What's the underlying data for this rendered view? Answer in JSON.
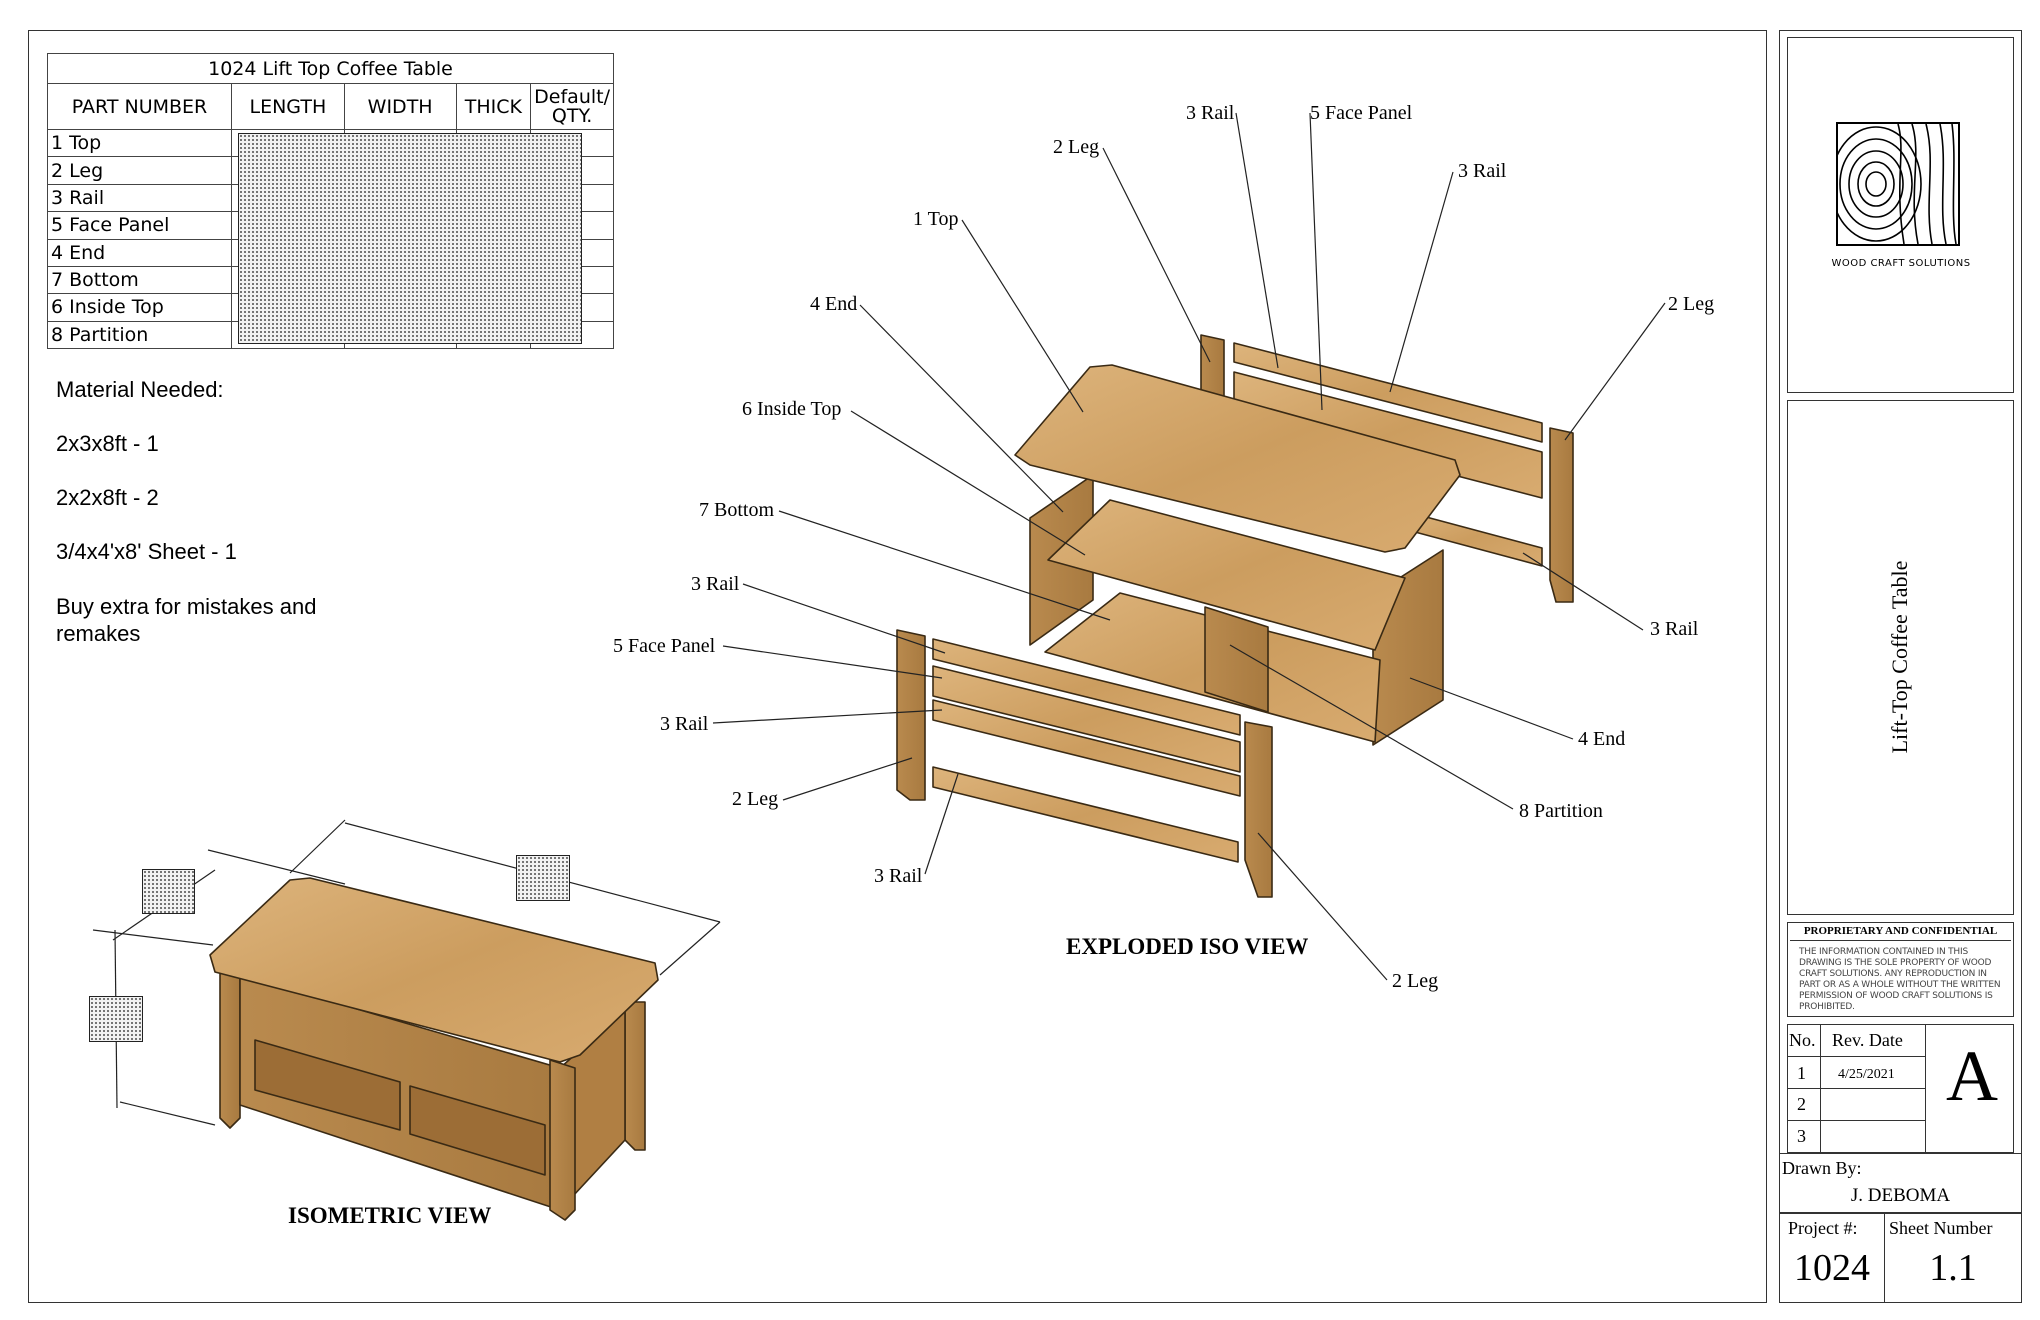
{
  "cut_list": {
    "title": "1024 Lift Top Coffee Table",
    "headers": [
      "PART NUMBER",
      "LENGTH",
      "WIDTH",
      "THICK",
      "Default/\nQTY."
    ],
    "parts": [
      "1 Top",
      "2 Leg",
      "3 Rail",
      "5 Face Panel",
      "4 End",
      "7 Bottom",
      "6 Inside Top",
      "8 Partition"
    ]
  },
  "materials": {
    "heading": "Material Needed:",
    "items": [
      "2x3x8ft - 1",
      "2x2x8ft - 2",
      "3/4x4'x8' Sheet - 1"
    ],
    "note": "Buy extra for mistakes and remakes"
  },
  "exploded_view": {
    "title": "EXPLODED ISO VIEW",
    "callouts": {
      "top": "1 Top",
      "leg_back_left": "2 Leg",
      "rail_back_top": "3 Rail",
      "face_panel_back": "5 Face Panel",
      "rail_back_right": "3 Rail",
      "leg_back_right": "2 Leg",
      "end_left": "4 End",
      "inside_top": "6 Inside Top",
      "bottom": "7 Bottom",
      "rail_front_top": "3 Rail",
      "face_panel_front": "5 Face Panel",
      "rail_front_mid": "3 Rail",
      "leg_front_left": "2 Leg",
      "rail_front_bottom": "3 Rail",
      "rail_back_bottom": "3 Rail",
      "end_right": "4 End",
      "partition": "8 Partition",
      "leg_front_right": "2 Leg"
    }
  },
  "iso_view": {
    "title": "ISOMETRIC VIEW"
  },
  "title_block": {
    "company": "WOOD CRAFT SOLUTIONS",
    "drawing_title": "Lift-Top Coffee Table",
    "proprietary_heading": "PROPRIETARY AND CONFIDENTIAL",
    "proprietary_text": "THE INFORMATION CONTAINED IN THIS DRAWING IS THE SOLE PROPERTY OF WOOD CRAFT SOLUTIONS. ANY REPRODUCTION IN PART OR AS A WHOLE WITHOUT THE WRITTEN PERMISSION OF WOOD CRAFT SOLUTIONS IS PROHIBITED.",
    "rev_headers": [
      "No.",
      "Rev. Date"
    ],
    "revisions": [
      {
        "no": "1",
        "date": "4/25/2021"
      },
      {
        "no": "2",
        "date": ""
      },
      {
        "no": "3",
        "date": ""
      }
    ],
    "revision_letter": "A",
    "drawn_by_label": "Drawn By:",
    "drawn_by": "J. DEBOMA",
    "project_label": "Project #:",
    "project_number": "1024",
    "sheet_label": "Sheet Number",
    "sheet_number": "1.1"
  },
  "colors": {
    "wood_light": "#d6aa72",
    "wood_mid": "#c0904f",
    "wood_dark": "#8f6530",
    "line": "#333333"
  }
}
